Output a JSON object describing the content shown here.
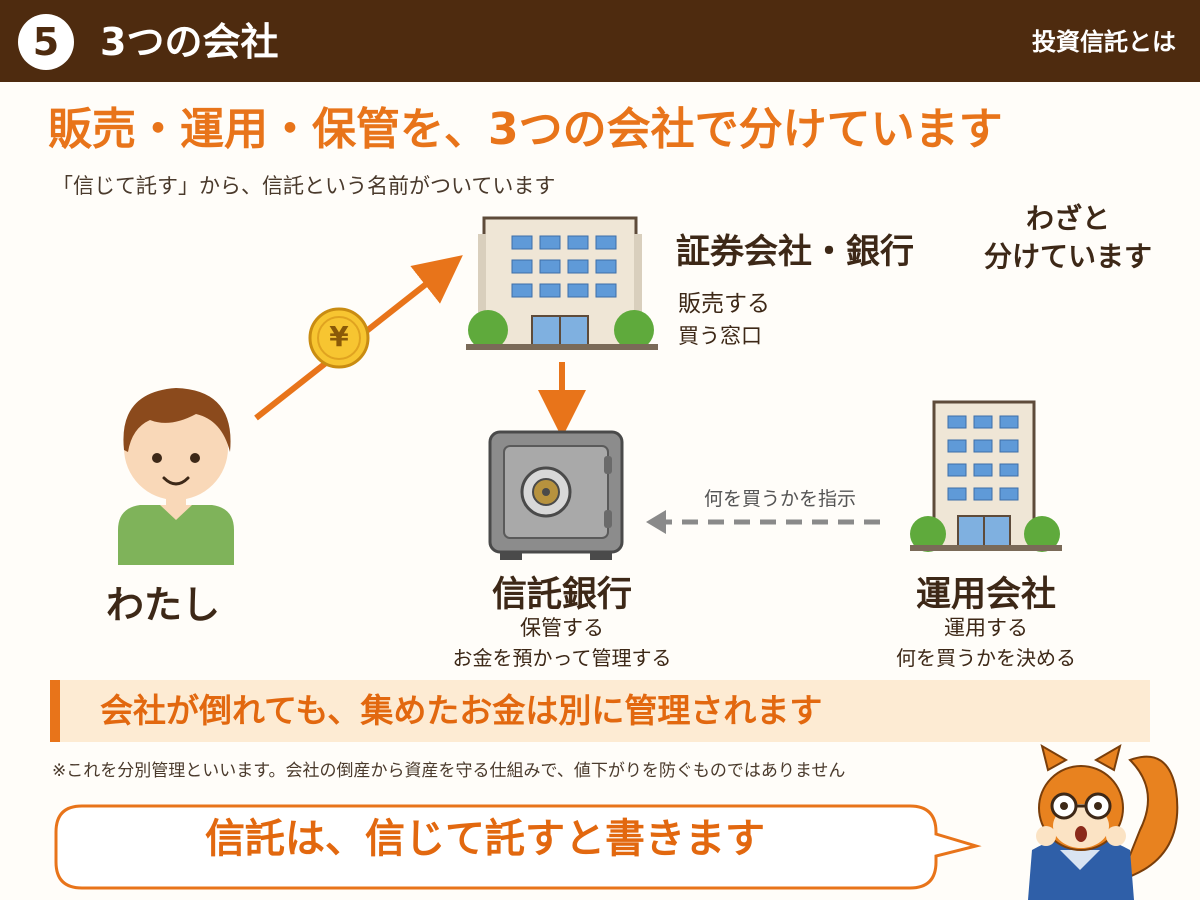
{
  "header": {
    "number": "5",
    "title": "3つの会社",
    "category": "投資信託とは"
  },
  "headline": "販売・運用・保管を、3つの会社で分けています",
  "subheadline": "「信じて託す」から、信託という名前がついています",
  "side_note": [
    "わざと",
    "分けています"
  ],
  "entities": {
    "me": {
      "label": "わたし"
    },
    "securities": {
      "title": "証券会社・銀行",
      "lines": [
        "販売する",
        "買う窓口"
      ]
    },
    "trust_bank": {
      "title": "信託銀行",
      "lines": [
        "保管する",
        "お金を預かって管理する"
      ]
    },
    "asset_manager": {
      "title": "運用会社",
      "lines": [
        "運用する",
        "何を買うかを決める"
      ]
    }
  },
  "arrows": {
    "instruction_label": "何を買うかを指示",
    "coin_symbol": "¥"
  },
  "highlight": "会社が倒れても、集めたお金は別に管理されます",
  "footnote": "※これを分別管理といいます。会社の倒産から資産を守る仕組みで、値下がりを防ぐものではありません",
  "bubble": "信託は、信じて託すと書きます",
  "colors": {
    "brand_brown": "#4e2b0f",
    "accent_orange": "#e8741a",
    "band_bg": "#fdebd3"
  }
}
